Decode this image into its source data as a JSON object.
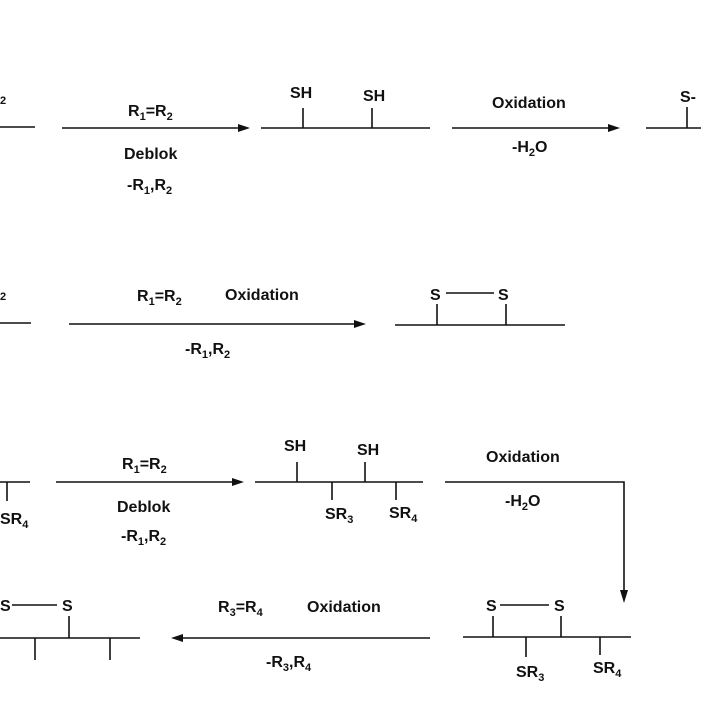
{
  "row1": {
    "cut_left": "2",
    "cond_top": {
      "a": "R",
      "a_sub": "1",
      "eq": "=R",
      "b_sub": "2"
    },
    "cond_mid": "Deblok",
    "cond_bot": {
      "a": "-R",
      "a_sub": "1",
      "sep": ",R",
      "b_sub": "2"
    },
    "thiol_1": "SH",
    "thiol_2": "SH",
    "ox_label": "Oxidation",
    "water": {
      "a": "-H",
      "sub": "2",
      "b": "O"
    },
    "cut_right": "S-"
  },
  "row2": {
    "cut_left": "2",
    "cond_top": {
      "a": "R",
      "a_sub": "1",
      "eq": "=R",
      "b_sub": "2"
    },
    "ox_label": "Oxidation",
    "cond_bot": {
      "a": "-R",
      "a_sub": "1",
      "sep": ",R",
      "b_sub": "2"
    },
    "s_1": "S",
    "s_2": "S"
  },
  "row3": {
    "cut_left": {
      "a": "SR",
      "sub": "4"
    },
    "cond_top": {
      "a": "R",
      "a_sub": "1",
      "eq": "=R",
      "b_sub": "2"
    },
    "cond_mid": "Deblok",
    "cond_bot": {
      "a": "-R",
      "a_sub": "1",
      "sep": ",R",
      "b_sub": "2"
    },
    "thiol_1": "SH",
    "thiol_2": "SH",
    "protected_1": {
      "a": "SR",
      "sub": "3"
    },
    "protected_2": {
      "a": "SR",
      "sub": "4"
    },
    "ox_label": "Oxidation",
    "water": {
      "a": "-H",
      "sub": "2",
      "b": "O"
    }
  },
  "row4": {
    "cut_left_s1": "S",
    "cut_left_s2": "S",
    "cond_top": {
      "a": "R",
      "a_sub": "3",
      "eq": "=R",
      "b_sub": "4"
    },
    "ox_label": "Oxidation",
    "cond_bot": {
      "a": "-R",
      "a_sub": "3",
      "sep": ",R",
      "b_sub": "4"
    },
    "s_1": "S",
    "s_2": "S",
    "protected_1": {
      "a": "SR",
      "sub": "3"
    },
    "protected_2": {
      "a": "SR",
      "sub": "4"
    }
  }
}
